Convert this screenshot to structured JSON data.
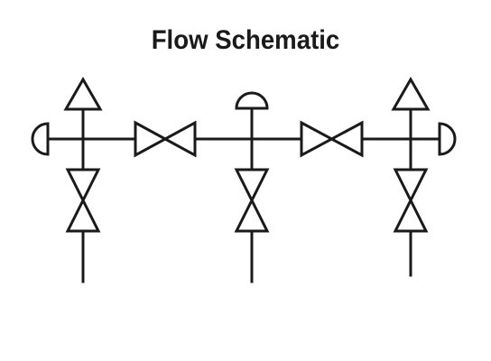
{
  "title": "Flow Schematic",
  "colors": {
    "line": "#1a1a1a",
    "background": "#ffffff"
  },
  "components": {
    "header_valves": 2,
    "vertical_branches": 3,
    "branch_valves": 3,
    "triangle_indicators": 2,
    "dome_indicators": 3
  }
}
